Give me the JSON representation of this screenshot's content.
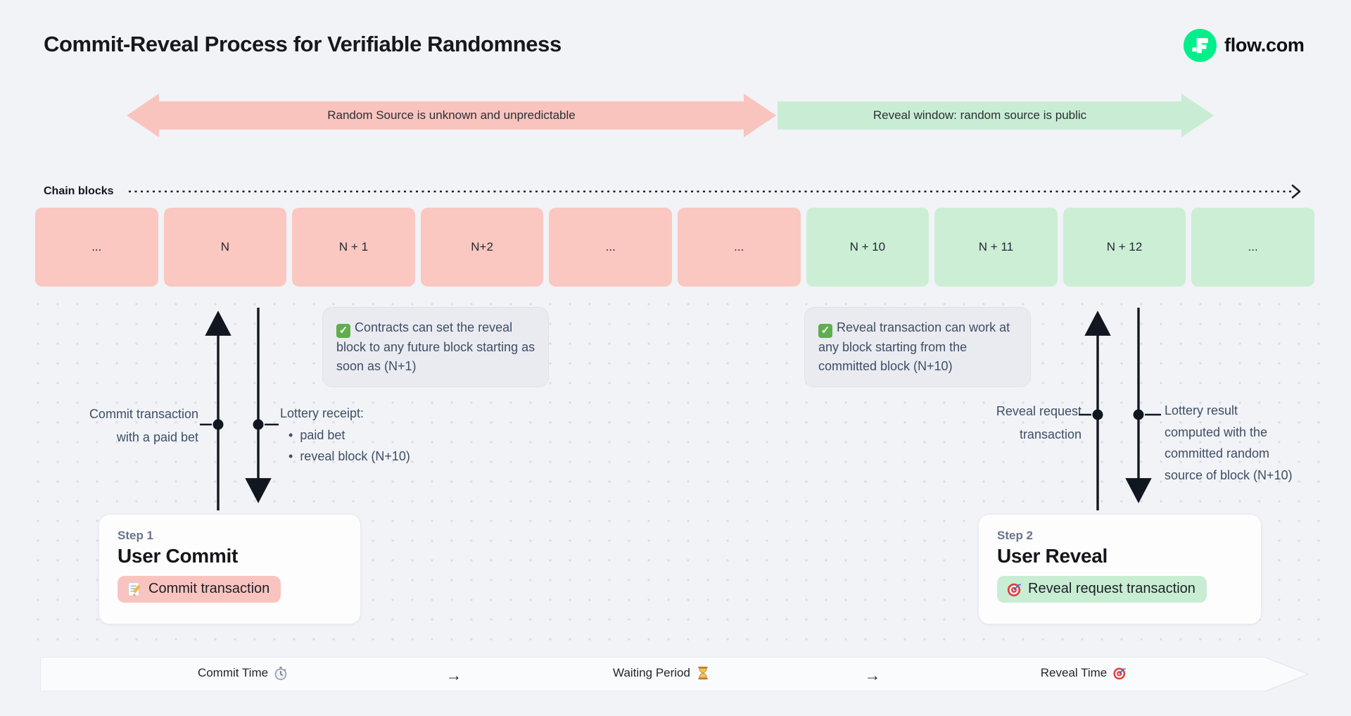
{
  "header": {
    "title": "Commit-Reveal Process for Verifiable Randomness",
    "brand": {
      "name": "flow.com",
      "logo_icon": "flow-logo-icon",
      "logo_color": "#00ef8b"
    }
  },
  "phase_arrows": {
    "commit": {
      "label": "Random Source is unknown and unpredictable",
      "color": "#f9c4be",
      "direction": "both"
    },
    "reveal": {
      "label": "Reveal window: random source is public",
      "color": "#c9edd4",
      "direction": "right"
    }
  },
  "chain": {
    "label": "Chain blocks",
    "blocks": [
      {
        "label": "...",
        "phase": "commit"
      },
      {
        "label": "N",
        "phase": "commit"
      },
      {
        "label": "N + 1",
        "phase": "commit"
      },
      {
        "label": "N+2",
        "phase": "commit"
      },
      {
        "label": "...",
        "phase": "commit"
      },
      {
        "label": "...",
        "phase": "commit"
      },
      {
        "label": "N + 10",
        "phase": "reveal"
      },
      {
        "label": "N + 11",
        "phase": "reveal"
      },
      {
        "label": "N + 12",
        "phase": "reveal"
      },
      {
        "label": "...",
        "phase": "reveal"
      }
    ]
  },
  "annotations": {
    "commit_tx": {
      "line1": "Commit transaction",
      "line2": "with a paid bet"
    },
    "lottery_receipt": {
      "title": "Lottery receipt:",
      "bullets": [
        "paid bet",
        "reveal block (N+10)"
      ]
    },
    "note_commit": {
      "icon": "check-icon",
      "text": "Contracts can set the reveal block to any future block starting as soon as (N+1)"
    },
    "note_reveal": {
      "icon": "check-icon",
      "text": "Reveal transaction can work at any block starting from the committed block (N+10)"
    },
    "reveal_req": {
      "line1": "Reveal request",
      "line2": "transaction"
    },
    "lottery_result": {
      "lines": [
        "Lottery result",
        "computed with the",
        "committed random",
        "source of block (N+10)"
      ]
    }
  },
  "steps": [
    {
      "label": "Step 1",
      "title": "User Commit",
      "button": {
        "icon": "memo-icon",
        "text": "Commit transaction",
        "color": "#f9c4bf"
      }
    },
    {
      "label": "Step 2",
      "title": "User Reveal",
      "button": {
        "icon": "target-icon",
        "text": "Reveal request transaction",
        "color": "#c8edd3"
      }
    }
  ],
  "timeline": {
    "items": [
      {
        "label": "Commit Time",
        "icon": "stopwatch-icon"
      },
      {
        "label": "→",
        "icon": "arrow-right-icon"
      },
      {
        "label": "Waiting Period",
        "icon": "hourglass-icon"
      },
      {
        "label": "→",
        "icon": "arrow-right-icon"
      },
      {
        "label": "Reveal Time",
        "icon": "target-icon"
      }
    ]
  }
}
